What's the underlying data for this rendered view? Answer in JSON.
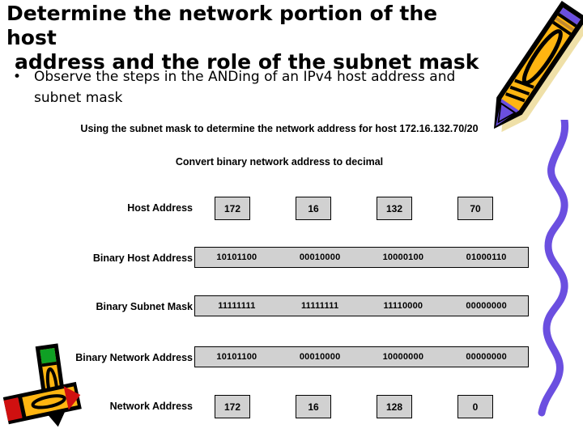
{
  "slide": {
    "title_line_1": "Determine the network portion of the host",
    "title_line_2": "address and the role of the subnet mask",
    "bullet_marker": "•",
    "bullet_text": "Observe the steps in the ANDing of an IPv4 host address and subnet mask"
  },
  "diagram": {
    "heading_1": "Using the subnet mask to determine the network address for host 172.16.132.70/20",
    "heading_2": "Convert binary network address to decimal",
    "rows": [
      {
        "label": "Host Address",
        "kind": "cells",
        "values": [
          "172",
          "16",
          "132",
          "70"
        ]
      },
      {
        "label": "Binary Host Address",
        "kind": "bar",
        "values": [
          "10101100",
          "00010000",
          "10000100",
          "01000110"
        ]
      },
      {
        "label": "Binary Subnet Mask",
        "kind": "bar",
        "values": [
          "11111111",
          "11111111",
          "11110000",
          "00000000"
        ]
      },
      {
        "label": "Binary Network Address",
        "kind": "bar",
        "values": [
          "10101100",
          "00010000",
          "10000000",
          "00000000"
        ]
      },
      {
        "label": "Network Address",
        "kind": "cells",
        "values": [
          "172",
          "16",
          "128",
          "0"
        ]
      }
    ]
  },
  "decorations": [
    {
      "name": "crayon-top-right",
      "body_color": "#FFB511",
      "tip_color": "#6B4FE0",
      "outline_color": "#000000"
    },
    {
      "name": "crayon-bottom-left-horizontal",
      "body_color": "#FFB511",
      "tip_color": "#D01010",
      "outline_color": "#000000"
    },
    {
      "name": "crayon-bottom-left-vertical",
      "body_color": "#FFB511",
      "tip_color": "#0FA024",
      "outline_color": "#000000"
    },
    {
      "name": "squiggle-right",
      "stroke_color": "#6B4FE0"
    }
  ],
  "colors": {
    "cell_fill": "#d1d1d1",
    "cell_border": "#000000",
    "text": "#000000",
    "background": "#ffffff"
  }
}
